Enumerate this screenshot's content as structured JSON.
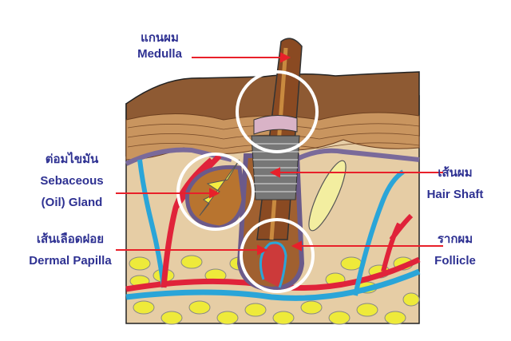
{
  "labels": {
    "medulla": {
      "thai": "แกนผม",
      "en": "Medulla"
    },
    "sebaceous": {
      "thai": "ต่อมไขมัน",
      "en1": "Sebaceous",
      "en2": "(Oil) Gland"
    },
    "papilla": {
      "thai": "เส้นเลือดฝอย",
      "en": "Dermal Papilla"
    },
    "shaft": {
      "thai": "เส้นผม",
      "en": "Hair Shaft"
    },
    "follicle": {
      "thai": "รากผม",
      "en": "Follicle"
    }
  },
  "colors": {
    "label": "#2e3192",
    "arrow": "#e8202a",
    "artery": "#e0233a",
    "vein": "#2aa5d8",
    "fat": "#f0ec3c",
    "skin": "#9b6a3f",
    "dermis": "#e8cfa6"
  }
}
